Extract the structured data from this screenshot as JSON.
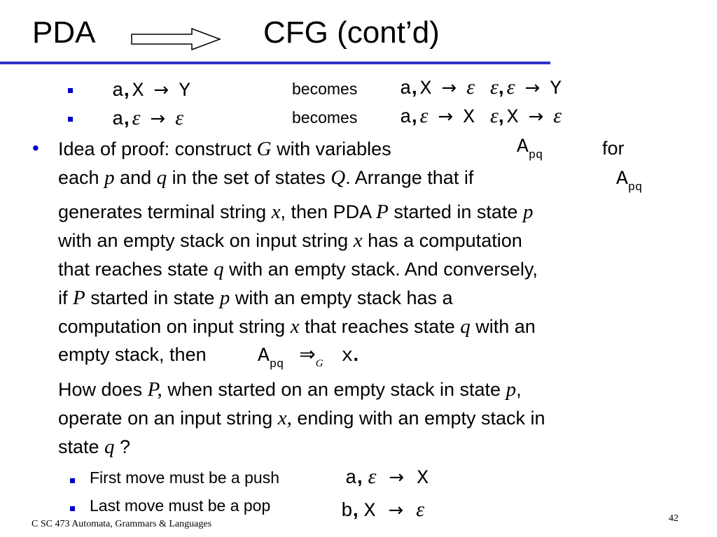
{
  "title": {
    "left": "PDA",
    "right": "CFG (cont’d)"
  },
  "rules": {
    "row1": {
      "lhs_a": "a",
      "lhs_sep": ",",
      "lhs_x": "X",
      "lhs_arrow": "→",
      "lhs_y": "Y",
      "becomes": "becomes",
      "r1_a": "a",
      "r1_sep": ",",
      "r1_x": "X",
      "r1_arrow": "→",
      "r1_e": "ε",
      "r2_e1": "ε",
      "r2_sep": ",",
      "r2_e2": "ε",
      "r2_arrow": "→",
      "r2_y": "Y"
    },
    "row2": {
      "lhs_a": "a",
      "lhs_sep": ",",
      "lhs_e": "ε",
      "lhs_arrow": "→",
      "lhs_e2": "ε",
      "becomes": "becomes",
      "r1_a": "a",
      "r1_sep": ",",
      "r1_e": "ε",
      "r1_arrow": "→",
      "r1_x": "X",
      "r2_e": "ε",
      "r2_sep": ",",
      "r2_x": "X",
      "r2_arrow": "→",
      "r2_e2": "ε"
    }
  },
  "bullet_glyph": "•",
  "para1": {
    "l1_a": "Idea of proof:  construct ",
    "l1_g": "G",
    "l1_b": " with variables",
    "apq_A": "A",
    "apq_sub": "pq",
    "l1_for": "for",
    "l2_a": "each ",
    "l2_p": "p",
    "l2_b": " and ",
    "l2_q": "q",
    "l2_c": " in the set of states ",
    "l2_Q": "Q",
    "l2_d": ".    Arrange that if",
    "l3_a": "generates terminal string ",
    "l3_x": "x",
    "l3_b": ",  then PDA ",
    "l3_P": "P",
    "l3_c": " started in state ",
    "l3_p": "p",
    "l4_a": "with an empty stack on input string ",
    "l4_x": "x",
    "l4_b": " has a computation",
    "l5_a": "that reaches state ",
    "l5_q": "q",
    "l5_b": " with an empty stack.  And conversely,",
    "l6_a": "if ",
    "l6_P": "P",
    "l6_b": " started in state ",
    "l6_p": "p",
    "l6_c": " with an empty stack has a",
    "l7_a": "computation on input string ",
    "l7_x": "x",
    "l7_b": " that reaches state ",
    "l7_q": "q",
    "l7_c": " with an",
    "l8_a": "empty stack, then",
    "der_A": "A",
    "der_sub": "pq",
    "der_arrow": "⇒",
    "der_G": "G",
    "der_x": "x",
    "der_dot": "."
  },
  "para2": {
    "l1_a": "How does ",
    "l1_P": "P,",
    "l1_b": " when started on an empty stack in state ",
    "l1_p": "p",
    "l1_c": ",",
    "l2_a": "operate on an input string ",
    "l2_x": "x,",
    "l2_b": " ending with an empty stack in",
    "l3_a": "state ",
    "l3_q": "q",
    "l3_b": " ?"
  },
  "subitems": {
    "push": {
      "label": "First move must be a push",
      "a": "a",
      "sep": ",",
      "e": "ε",
      "arrow": "→",
      "x": "X"
    },
    "pop": {
      "label": "Last move must be a pop",
      "b": "b",
      "sep": ",",
      "x": "X",
      "arrow": "→",
      "e": "ε"
    }
  },
  "footer": {
    "course": "C SC 473 Automata, Grammars & Languages",
    "page": "42"
  },
  "colors": {
    "title_rule": "#3333cc",
    "bullet": "#0000cc"
  }
}
